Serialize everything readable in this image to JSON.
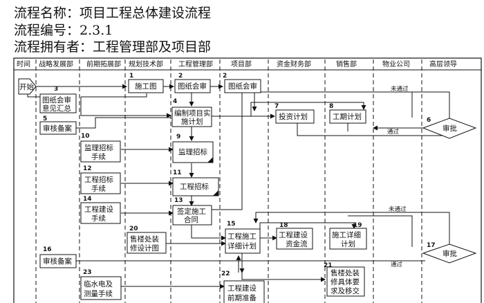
{
  "header": {
    "name_line": "流程名称：项目工程总体建设流程",
    "code_line": "流程编号：2.3.1",
    "owner_line": "流程拥有者：工程管理部及项目部"
  },
  "lanes": {
    "time": "时间",
    "strategy": "战略发展部",
    "expansion": "前期拓展部",
    "planning": "规划技术部",
    "engineering": "工程管理部",
    "project": "项目部",
    "finance": "资金财务部",
    "sales": "销售部",
    "property": "物业公司",
    "leader": "高层领导"
  },
  "nodes": {
    "start": "开始",
    "construction_drawing": "施工图",
    "drawing_review_eng": "图纸会审",
    "drawing_review_proj": "图纸会审",
    "review_summary": [
      "图纸会审",
      "意见汇总"
    ],
    "filing_1": "审核备案",
    "prepare_plan": [
      "编制项目实",
      "施计划"
    ],
    "investment_plan": "投资计划",
    "schedule_plan": "工期计划",
    "approve_1": "审批",
    "supervision_bid_proc": [
      "监理招标",
      "手续"
    ],
    "supervision_bid": "监理招标",
    "engineering_bid_proc": [
      "工程招标",
      "手续"
    ],
    "engineering_bid": "工程招标",
    "construction_proc": [
      "工程建设",
      "手续"
    ],
    "sign_contract": [
      "签定施工",
      "合同"
    ],
    "sales_design": [
      "售楼处装",
      "修设计图"
    ],
    "detailed_plan": [
      "工程施工",
      "详细计划"
    ],
    "capital_flow": [
      "工程建设",
      "资金流"
    ],
    "detailed_schedule": [
      "施工详细",
      "计划"
    ],
    "approve_2": "审批",
    "filing_2": "审核备案",
    "utilities": [
      "临水电及",
      "测量手续"
    ],
    "pre_construction": [
      "工程建设",
      "前期准备"
    ],
    "sales_requirements": [
      "售楼处装",
      "修具体要",
      "求及移交"
    ]
  },
  "labels": {
    "not_passed_1": "未通过",
    "passed_1": "通过",
    "not_passed_2": "未通过",
    "passed_2": "通过"
  },
  "step_numbers": [
    "1",
    "2",
    "2",
    "3",
    "4",
    "5",
    "6",
    "7",
    "8",
    "9",
    "10",
    "11",
    "12",
    "13",
    "14",
    "15",
    "16",
    "17",
    "18",
    "19",
    "20",
    "21",
    "22",
    "23"
  ]
}
